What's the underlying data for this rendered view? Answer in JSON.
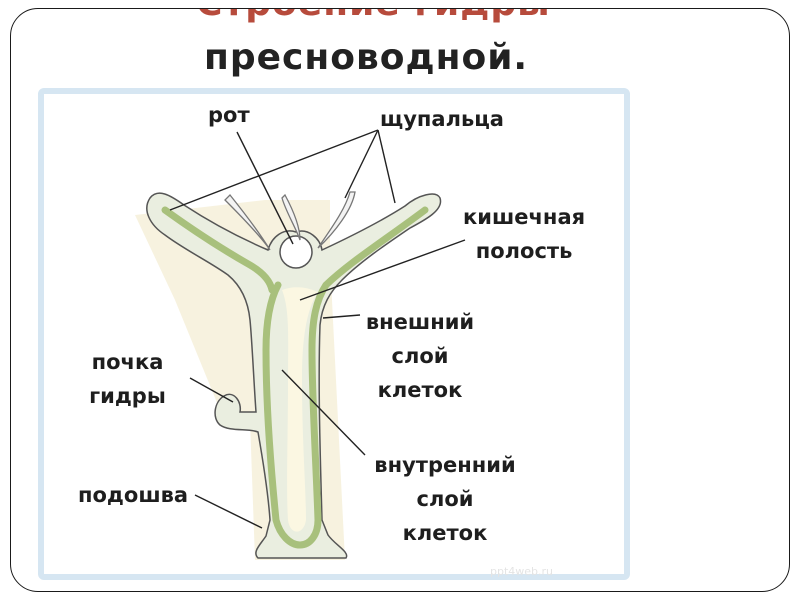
{
  "title": {
    "line1": "Строение гидры",
    "line2": "пресноводной."
  },
  "labels": {
    "mouth": "рот",
    "tentacles": "щупальца",
    "gut_line1": "кишечная",
    "gut_line2": "полость",
    "outer_line1": "внешний",
    "outer_line2": "слой",
    "outer_line3": "клеток",
    "bud_line1": "почка",
    "bud_line2": "гидры",
    "foot": "подошва",
    "inner_line1": "внутренний",
    "inner_line2": "слой",
    "inner_line3": "клеток"
  },
  "watermark": "ppt4web.ru",
  "colors": {
    "title_top": "#b74b3c",
    "frame": "#d6e6f2",
    "background_fill": "#f6f1dc",
    "outer_layer": "#eaeee0",
    "inner_layer": "#a8c07c",
    "gut_cavity": "#fbf7e2",
    "outline": "#555555"
  }
}
